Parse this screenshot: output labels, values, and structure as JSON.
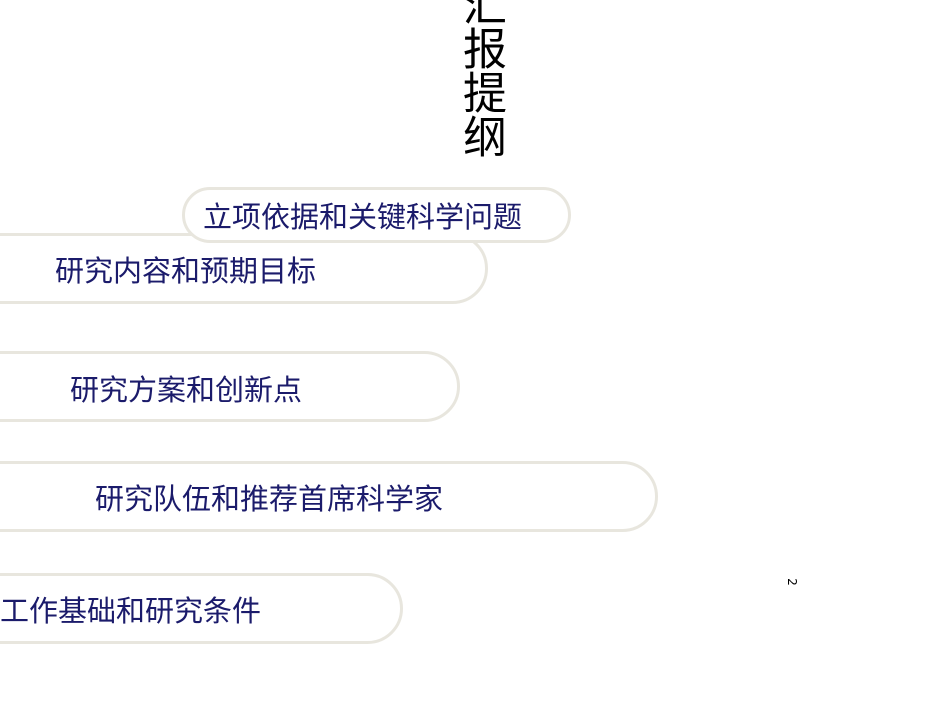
{
  "slide": {
    "title": "汇报提纲",
    "page_number": "2",
    "items": [
      {
        "label": "立项依据和关键科学问题"
      },
      {
        "label": "研究内容和预期目标"
      },
      {
        "label": "研究方案和创新点"
      },
      {
        "label": "研究队伍和推荐首席科学家"
      },
      {
        "label": "工作基础和研究条件"
      }
    ]
  },
  "colors": {
    "label_text": "#1b1b6b",
    "pill_border": "#e8e6de",
    "background": "#ffffff"
  }
}
